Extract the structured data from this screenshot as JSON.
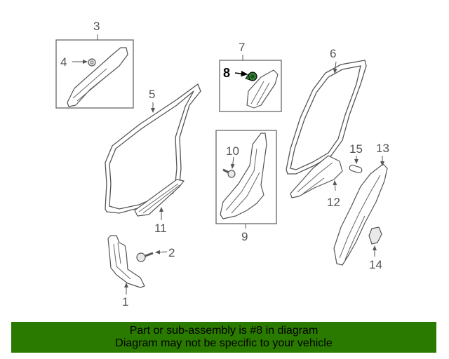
{
  "diagram": {
    "colors": {
      "banner_bg": "#2b7a00",
      "line": "#555555",
      "highlight": "#000000",
      "highlight_fill": "#2f7d32"
    },
    "callouts": {
      "c1": "1",
      "c2": "2",
      "c3": "3",
      "c4": "4",
      "c5": "5",
      "c6": "6",
      "c7": "7",
      "c8": "8",
      "c9": "9",
      "c10": "10",
      "c11": "11",
      "c12": "12",
      "c13": "13",
      "c14": "14",
      "c15": "15"
    },
    "highlighted_part": "8"
  },
  "banner": {
    "line1": "Part or sub-assembly is #8 in diagram",
    "line2": "Diagram may not be specific to your vehicle"
  }
}
